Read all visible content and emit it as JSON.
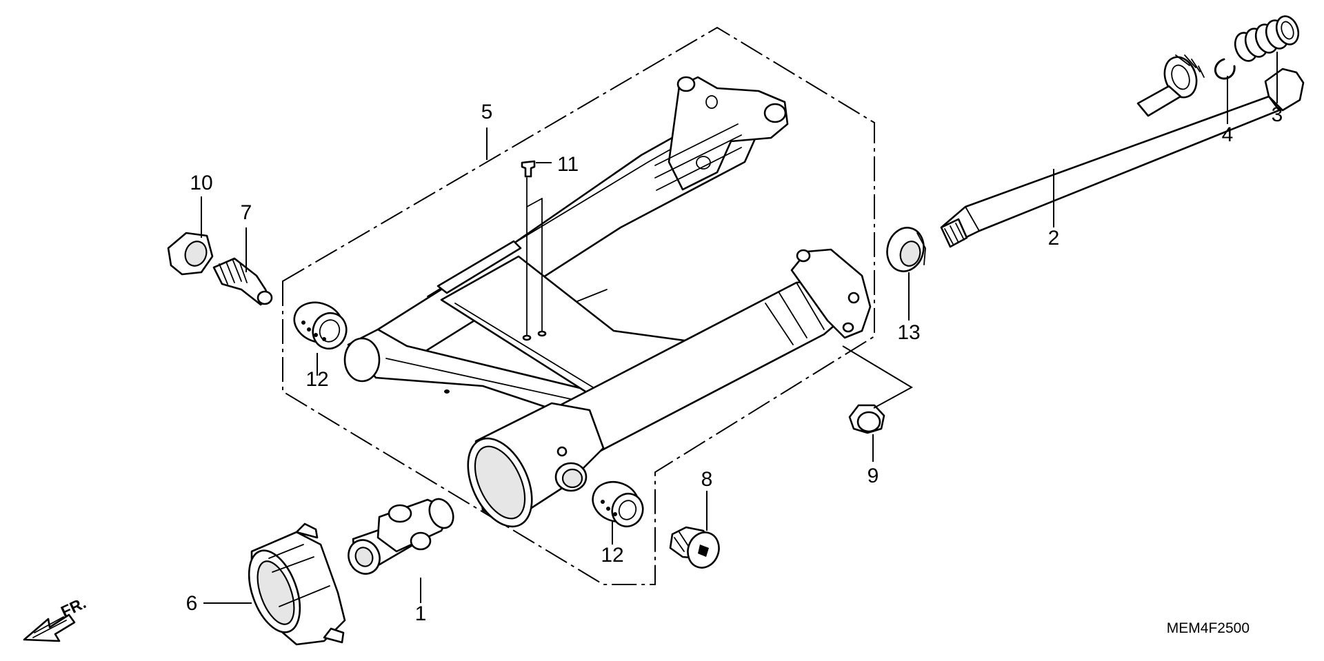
{
  "diagram_code": "MEM4F2500",
  "front_indicator": "FR.",
  "callouts": {
    "c1": "1",
    "c2": "2",
    "c3": "3",
    "c4": "4",
    "c5": "5",
    "c6": "6",
    "c7": "7",
    "c8": "8",
    "c9": "9",
    "c10": "10",
    "c11": "11",
    "c12a": "12",
    "c12b": "12",
    "c13": "13"
  }
}
